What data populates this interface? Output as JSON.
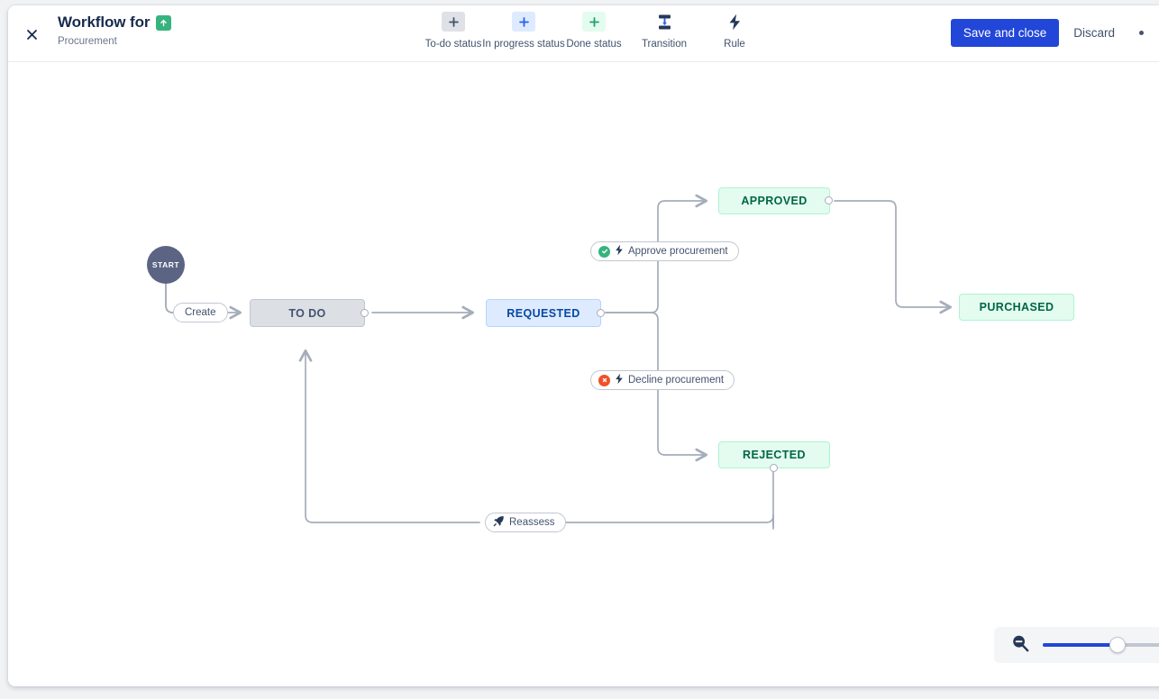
{
  "header": {
    "close_icon": "close-icon",
    "title": "Workflow for",
    "title_badge_icon": "arrow-up-badge-icon",
    "subtitle": "Procurement",
    "tools": [
      {
        "label": "To-do status",
        "icon": "plus-icon",
        "style": "todo"
      },
      {
        "label": "In progress status",
        "icon": "plus-icon",
        "style": "prog"
      },
      {
        "label": "Done status",
        "icon": "plus-icon",
        "style": "done"
      },
      {
        "label": "Transition",
        "icon": "transition-icon",
        "style": "plain"
      },
      {
        "label": "Rule",
        "icon": "bolt-icon",
        "style": "plain"
      }
    ],
    "save_label": "Save and close",
    "discard_label": "Discard",
    "more_icon": "more-options-icon"
  },
  "canvas": {
    "start": {
      "label": "START"
    },
    "nodes": [
      {
        "id": "todo",
        "label": "TO DO",
        "category": "To Do"
      },
      {
        "id": "requested",
        "label": "REQUESTED",
        "category": "In Progress"
      },
      {
        "id": "approved",
        "label": "APPROVED",
        "category": "Done"
      },
      {
        "id": "rejected",
        "label": "REJECTED",
        "category": "Done"
      },
      {
        "id": "purchased",
        "label": "PURCHASED",
        "category": "Done"
      }
    ],
    "transitions": [
      {
        "id": "create",
        "label": "Create",
        "from": "start",
        "to": "todo",
        "status_icon": "none",
        "rule_icon": "none"
      },
      {
        "id": "approve",
        "label": "Approve procurement",
        "from": "requested",
        "to": "approved",
        "status_icon": "check-circle-icon",
        "rule_icon": "bolt-icon"
      },
      {
        "id": "decline",
        "label": "Decline procurement",
        "from": "requested",
        "to": "rejected",
        "status_icon": "cross-circle-icon",
        "rule_icon": "bolt-icon"
      },
      {
        "id": "reassess",
        "label": "Reassess",
        "from": "rejected",
        "to": "todo",
        "status_icon": "none",
        "rule_icon": "rocket-icon"
      }
    ]
  },
  "zoom_control": {
    "zoom_out_icon": "zoom-out-icon",
    "value_percent": 62
  },
  "colors": {
    "accent": "#2146d8",
    "todo_bg": "#dcdfe4",
    "inprogress_bg": "#deebff",
    "done_bg": "#e3fcef",
    "success": "#36b37e",
    "danger": "#f0502a",
    "wire": "#a5adba"
  }
}
